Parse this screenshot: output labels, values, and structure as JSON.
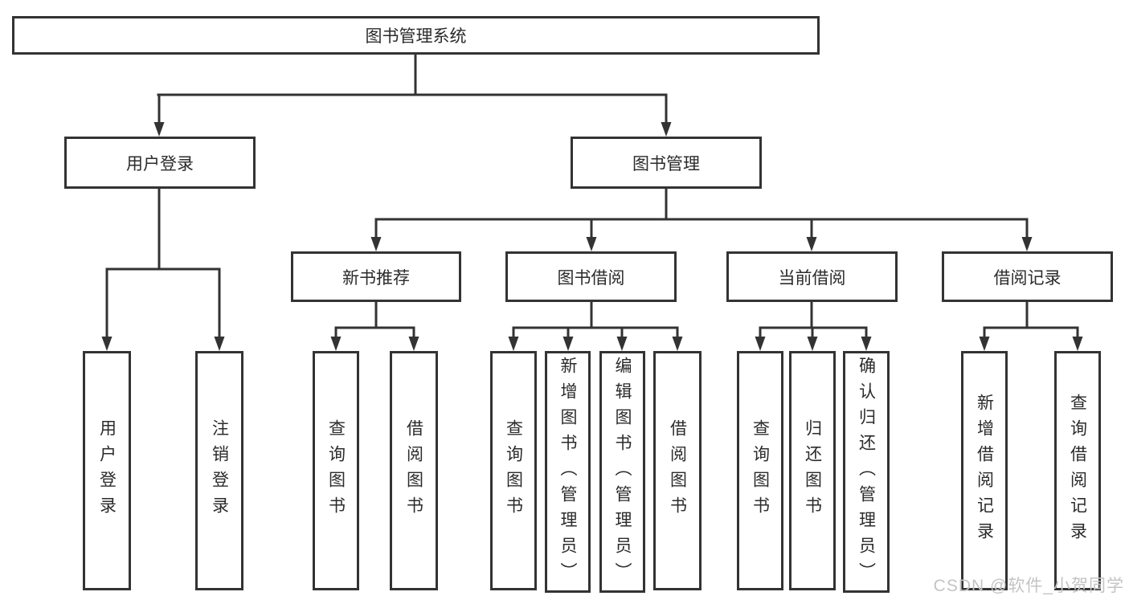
{
  "diagram": {
    "title": "图书管理系统",
    "colors": {
      "line": "#333333",
      "box_background": "#ffffff",
      "text": "#2b2b2b",
      "watermark": "#c4c4c4"
    }
  },
  "tree": {
    "label": "图书管理系统",
    "children": [
      {
        "label": "用户登录",
        "children": [
          {
            "label": "用户登录"
          },
          {
            "label": "注销登录"
          }
        ]
      },
      {
        "label": "图书管理",
        "children": [
          {
            "label": "新书推荐",
            "children": [
              {
                "label": "查询图书"
              },
              {
                "label": "借阅图书"
              }
            ]
          },
          {
            "label": "图书借阅",
            "children": [
              {
                "label": "查询图书"
              },
              {
                "label": "新增图书（管理员）"
              },
              {
                "label": "编辑图书（管理员）"
              },
              {
                "label": "借阅图书"
              }
            ]
          },
          {
            "label": "当前借阅",
            "children": [
              {
                "label": "查询图书"
              },
              {
                "label": "归还图书"
              },
              {
                "label": "确认归还（管理员）"
              }
            ]
          },
          {
            "label": "借阅记录",
            "children": [
              {
                "label": "新增借阅记录"
              },
              {
                "label": "查询借阅记录"
              }
            ]
          }
        ]
      }
    ]
  },
  "watermark": {
    "text": "CSDN @软件_小贺同学"
  }
}
